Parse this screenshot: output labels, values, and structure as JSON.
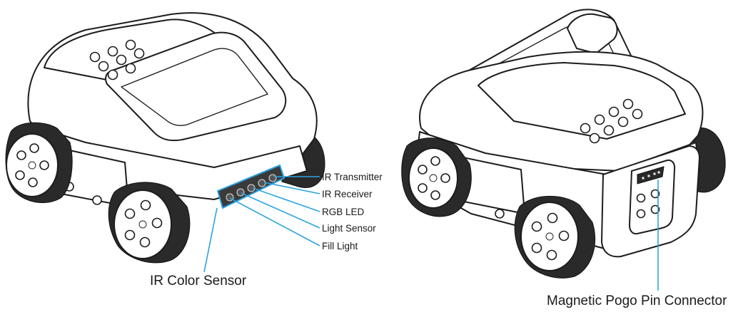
{
  "colors": {
    "callout": "#2aa3e0",
    "outline": "#1c1c1c",
    "track": "#2a2a2a",
    "body": "#ffffff"
  },
  "figures": {
    "front_view": {
      "sensor_labels": [
        "IR Transmitter",
        "IR Receiver",
        "RGB LED",
        "Light Sensor",
        "Fill Light"
      ],
      "main_label": "IR Color Sensor"
    },
    "back_view": {
      "main_label": "Magnetic Pogo Pin Connector"
    }
  }
}
